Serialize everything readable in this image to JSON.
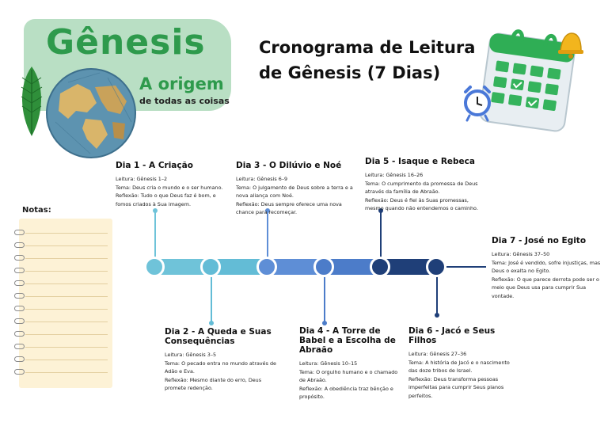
{
  "header": {
    "badge_title": "Gênesis",
    "badge_subtitle": "A origem",
    "badge_tagline": "de todas as coisas",
    "main_title": "Cronograma de Leitura de Gênesis (7 Dias)"
  },
  "notes": {
    "label": "Notas:"
  },
  "days": [
    {
      "title": "Dia 1 - A Criação",
      "reading": "Leitura: Gênesis 1–2",
      "theme": "Tema: Deus cria o mundo e o ser humano.",
      "reflection": "Reflexão: Tudo o que Deus faz é bom, e fomos criados à Sua imagem."
    },
    {
      "title": "Dia 2 - A Queda e Suas Consequências",
      "reading": "Leitura: Gênesis 3–5",
      "theme": "Tema: O pecado entra no mundo através de Adão e Eva.",
      "reflection": "Reflexão: Mesmo diante do erro, Deus promete redenção."
    },
    {
      "title": "Dia 3 - O Dilúvio e Noé",
      "reading": "Leitura: Gênesis 6–9",
      "theme": "Tema: O julgamento de Deus sobre a terra e a nova aliança com Noé.",
      "reflection": "Reflexão: Deus sempre oferece uma nova chance para recomeçar."
    },
    {
      "title": "Dia 4 - A Torre de Babel e a Escolha de Abraão",
      "reading": "Leitura: Gênesis 10–15",
      "theme": "Tema: O orgulho humano e o chamado de Abraão.",
      "reflection": "Reflexão: A obediência traz bênção e propósito."
    },
    {
      "title": "Dia 5 - Isaque e Rebeca",
      "reading": "Leitura: Gênesis 16–26",
      "theme": "Tema: O cumprimento da promessa de Deus através da família de Abraão.",
      "reflection": "Reflexão: Deus é fiel às Suas promessas, mesmo quando não entendemos o caminho."
    },
    {
      "title": "Dia 6 - Jacó e Seus Filhos",
      "reading": "Leitura: Gênesis 27–36",
      "theme": "Tema: A história de Jacó e o nascimento das doze tribos de Israel.",
      "reflection": "Reflexão: Deus transforma pessoas imperfeitas para cumprir Seus planos perfeitos."
    },
    {
      "title": "Dia 7 - José no Egito",
      "reading": "Leitura: Gênesis 37–50",
      "theme": "Tema: José é vendido, sofre injustiças, mas Deus o exalta no Egito.",
      "reflection": "Reflexão: O que parece derrota pode ser o meio que Deus usa para cumprir Sua vontade."
    }
  ],
  "colors": {
    "badge_bg": "#b9dfc4",
    "brand_green": "#2e9a4c",
    "timeline_light": "#63bcd6",
    "timeline_mid": "#5e8ed6",
    "timeline_dark": "#1f3f78",
    "notes_pad": "#fdf2d6"
  },
  "icons": [
    "leaf-icon",
    "globe-icon",
    "calendar-icon",
    "alarm-clock-icon",
    "bell-icon"
  ]
}
